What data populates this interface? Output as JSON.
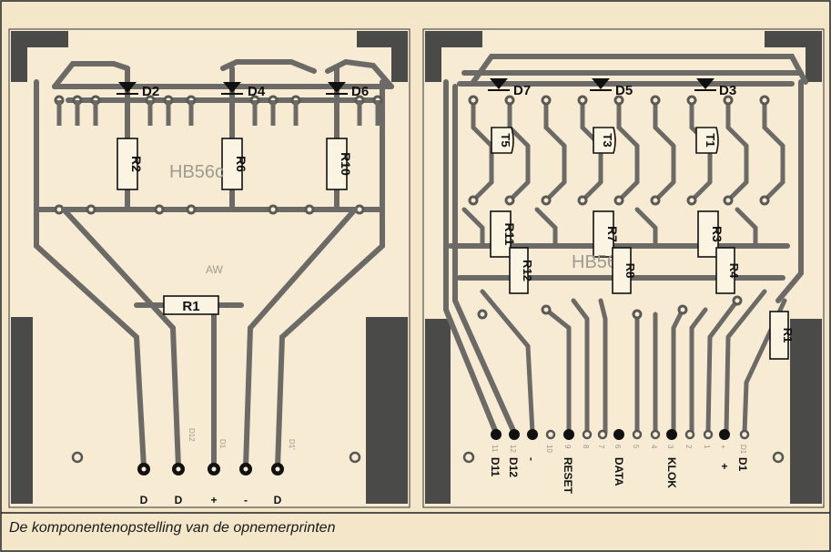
{
  "caption": "De komponentenopstelling van de opnemerprinten",
  "left_board": {
    "diodes": [
      "D2",
      "D4",
      "D6"
    ],
    "resistors_vertical": [
      "R2",
      "R6",
      "R10"
    ],
    "resistor_h": "R1",
    "board_id": "HB56c",
    "marking": "AW",
    "pad_labels": [
      "D12",
      "D1",
      "D1'"
    ],
    "connectors": [
      "D",
      "D",
      "+",
      "-",
      "D"
    ]
  },
  "right_board": {
    "diodes": [
      "D7",
      "D5",
      "D3"
    ],
    "transistors": [
      "T5",
      "T3",
      "T1"
    ],
    "resistors_upper": [
      "R11",
      "R7",
      "R3"
    ],
    "resistors_lower": [
      "R12",
      "R8",
      "R4"
    ],
    "resistor_side": "R1",
    "board_id": "HB56d",
    "numbers": [
      "11",
      "12",
      "10",
      "9",
      "8",
      "7",
      "6",
      "5",
      "4",
      "3",
      "2",
      "1",
      "+",
      "D1"
    ],
    "connectors": [
      "D11",
      "D12",
      "-",
      "RESET",
      "DATA",
      "KLOK",
      "+",
      "D1"
    ]
  }
}
